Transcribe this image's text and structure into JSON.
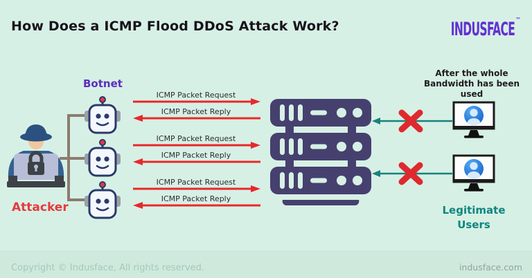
{
  "header": {
    "title": "How Does a ICMP Flood DDoS Attack Work?",
    "logo_text": "INDUSFACE",
    "logo_tm": "™"
  },
  "diagram": {
    "botnet_label": "Botnet",
    "attacker_label": "Attacker",
    "packet_pairs": [
      {
        "request_label": "ICMP Packet Request",
        "reply_label": "ICMP Packet Reply"
      },
      {
        "request_label": "ICMP Packet Request",
        "reply_label": "ICMP Packet Reply"
      },
      {
        "request_label": "ICMP Packet Request",
        "reply_label": "ICMP Packet Reply"
      }
    ],
    "bandwidth_note": {
      "line1": "After the whole",
      "line2": "Bandwidth has been used"
    },
    "legitimate_users_label": {
      "line1": "Legitimate",
      "line2": "Users"
    }
  },
  "footer": {
    "copyright": "Copyright © Indusface, All rights reserved.",
    "website": "indusface.com"
  },
  "colors": {
    "background": "#d7f0e5",
    "logo_purple": "#6130d3",
    "botnet_purple": "#5b2ebd",
    "attacker_red": "#e53a3e",
    "arrow_red": "#e8282b",
    "server_indigo": "#46406f",
    "teal_arrow": "#17827d",
    "legit_teal": "#0e867e",
    "connector_taupe": "#8b7c6f"
  }
}
